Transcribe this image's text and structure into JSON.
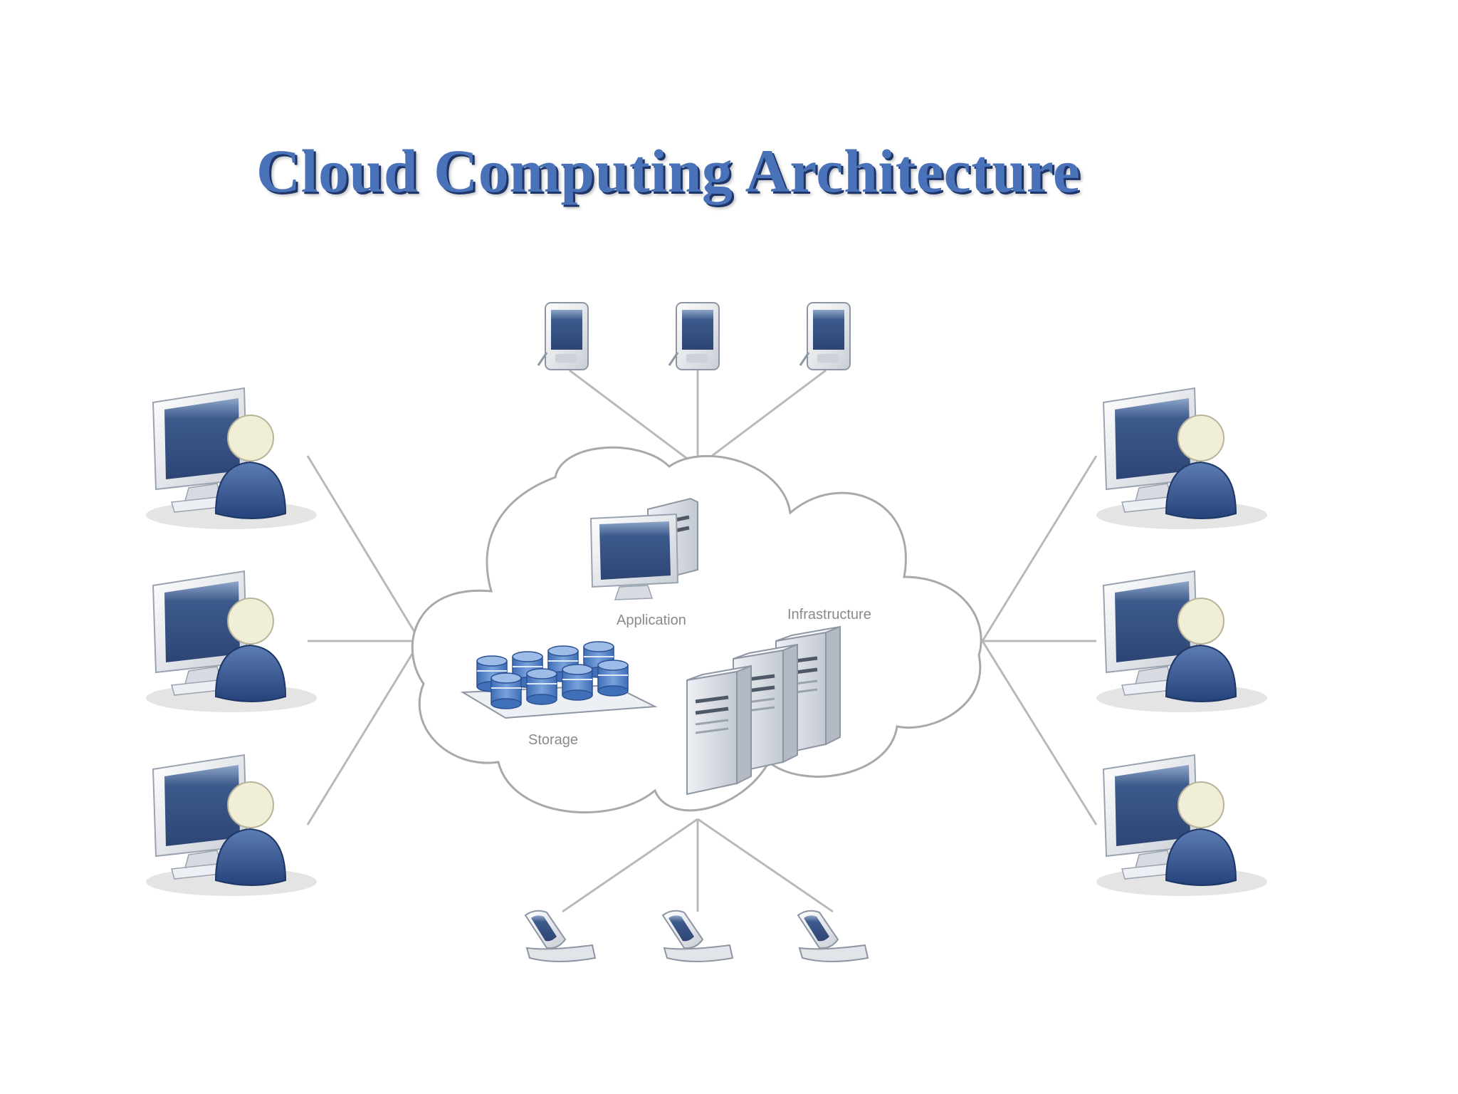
{
  "title": "Cloud Computing Architecture",
  "cloud_labels": {
    "application": "Application",
    "infrastructure": "Infrastructure",
    "storage": "Storage"
  },
  "nodes": {
    "top_devices": [
      "pda",
      "pda",
      "pda"
    ],
    "left_clients": [
      "desktop-user",
      "desktop-user",
      "desktop-user"
    ],
    "right_clients": [
      "desktop-user",
      "desktop-user",
      "desktop-user"
    ],
    "bottom_devices": [
      "mobile-phone",
      "mobile-phone",
      "mobile-phone"
    ]
  },
  "colors": {
    "title": "#4a72b8",
    "title_shadow": "#1d3568",
    "screen": "#3d5a8c",
    "person_body": "#3a5a96",
    "person_head": "#f1eed8",
    "storage_disk": "#5b86c8",
    "server": "#d6dbe2",
    "line": "#b9b9b9",
    "cloud_outline": "#a9a9a9"
  }
}
